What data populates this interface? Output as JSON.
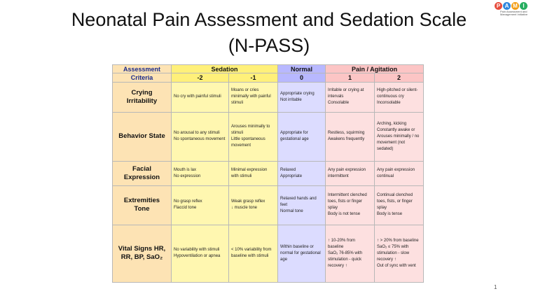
{
  "title_line1": "Neonatal Pain Assessment and Sedation Scale",
  "title_line2": "(N-PASS)",
  "logo": {
    "letters": [
      "P",
      "A",
      "M",
      "I"
    ],
    "subtitle": "Pain Assessment and Management Initiative",
    "colors": [
      "#e74c3c",
      "#2e86de",
      "#f39c12",
      "#27ae60"
    ]
  },
  "page_number": "1",
  "header": {
    "assessment_line1": "Assessment",
    "criteria": "Criteria",
    "sedation": "Sedation",
    "normal": "Normal",
    "pain": "Pain / Agitation",
    "score_m2": "-2",
    "score_m1": "-1",
    "score_0": "0",
    "score_1": "1",
    "score_2": "2"
  },
  "rows": [
    {
      "label": [
        "Crying",
        "Irritability"
      ],
      "m2": [
        "No cry with painful stimuli"
      ],
      "m1": [
        "Moans or cries minimally with painful stimuli"
      ],
      "n0": [
        "Appropriate crying",
        "Not irritable"
      ],
      "p1": [
        "Irritable or crying at intervals",
        "Consolable"
      ],
      "p2": [
        "High-pitched or silent-continuous cry",
        "Inconsolable"
      ]
    },
    {
      "label": [
        "Behavior State"
      ],
      "m2": [
        "No arousal to any stimuli",
        "No spontaneous movement"
      ],
      "m1": [
        "Arouses minimally to stimuli",
        "Little spontaneous movement"
      ],
      "n0": [
        "Appropriate for gestational age"
      ],
      "p1": [
        "Restless, squirming",
        "Awakens frequently"
      ],
      "p2": [
        "Arching, kicking",
        "Constantly awake or",
        "Arouses minimally / no movement (not sedated)"
      ]
    },
    {
      "label": [
        "Facial Expression"
      ],
      "m2": [
        "Mouth is lax",
        "No expression"
      ],
      "m1": [
        "Minimal expression with stimuli"
      ],
      "n0": [
        "Relaxed",
        "Appropriate"
      ],
      "p1": [
        "Any pain expression intermittent"
      ],
      "p2": [
        "Any pain expression continual"
      ]
    },
    {
      "label": [
        "Extremities",
        "Tone"
      ],
      "m2": [
        "No grasp reflex",
        "Flaccid tone"
      ],
      "m1": [
        "Weak grasp reflex",
        "↓ muscle tone"
      ],
      "n0": [
        "Relaxed hands and feet",
        "Normal tone"
      ],
      "p1": [
        "Intermittent clenched toes, fists or finger splay",
        "Body is not tense"
      ],
      "p2": [
        "Continual clenched toes, fists, or finger splay",
        "Body is tense"
      ]
    },
    {
      "label": [
        "Vital Signs HR,",
        "RR, BP, SaO₂"
      ],
      "m2": [
        "No variability with stimuli",
        "Hypoventilation or apnea"
      ],
      "m1": [
        "< 10% variability from baseline with stimuli"
      ],
      "n0": [
        "Within baseline or normal for gestational age"
      ],
      "p1": [
        "↑ 10-20% from baseline",
        "SaO₂ 76-85% with stimulation - quick recovery ↑"
      ],
      "p2": [
        "↑ > 20% from baseline",
        "SaO₂ ≤ 75% with stimulation - slow recovery ↑",
        "Out of sync with vent"
      ]
    }
  ]
}
